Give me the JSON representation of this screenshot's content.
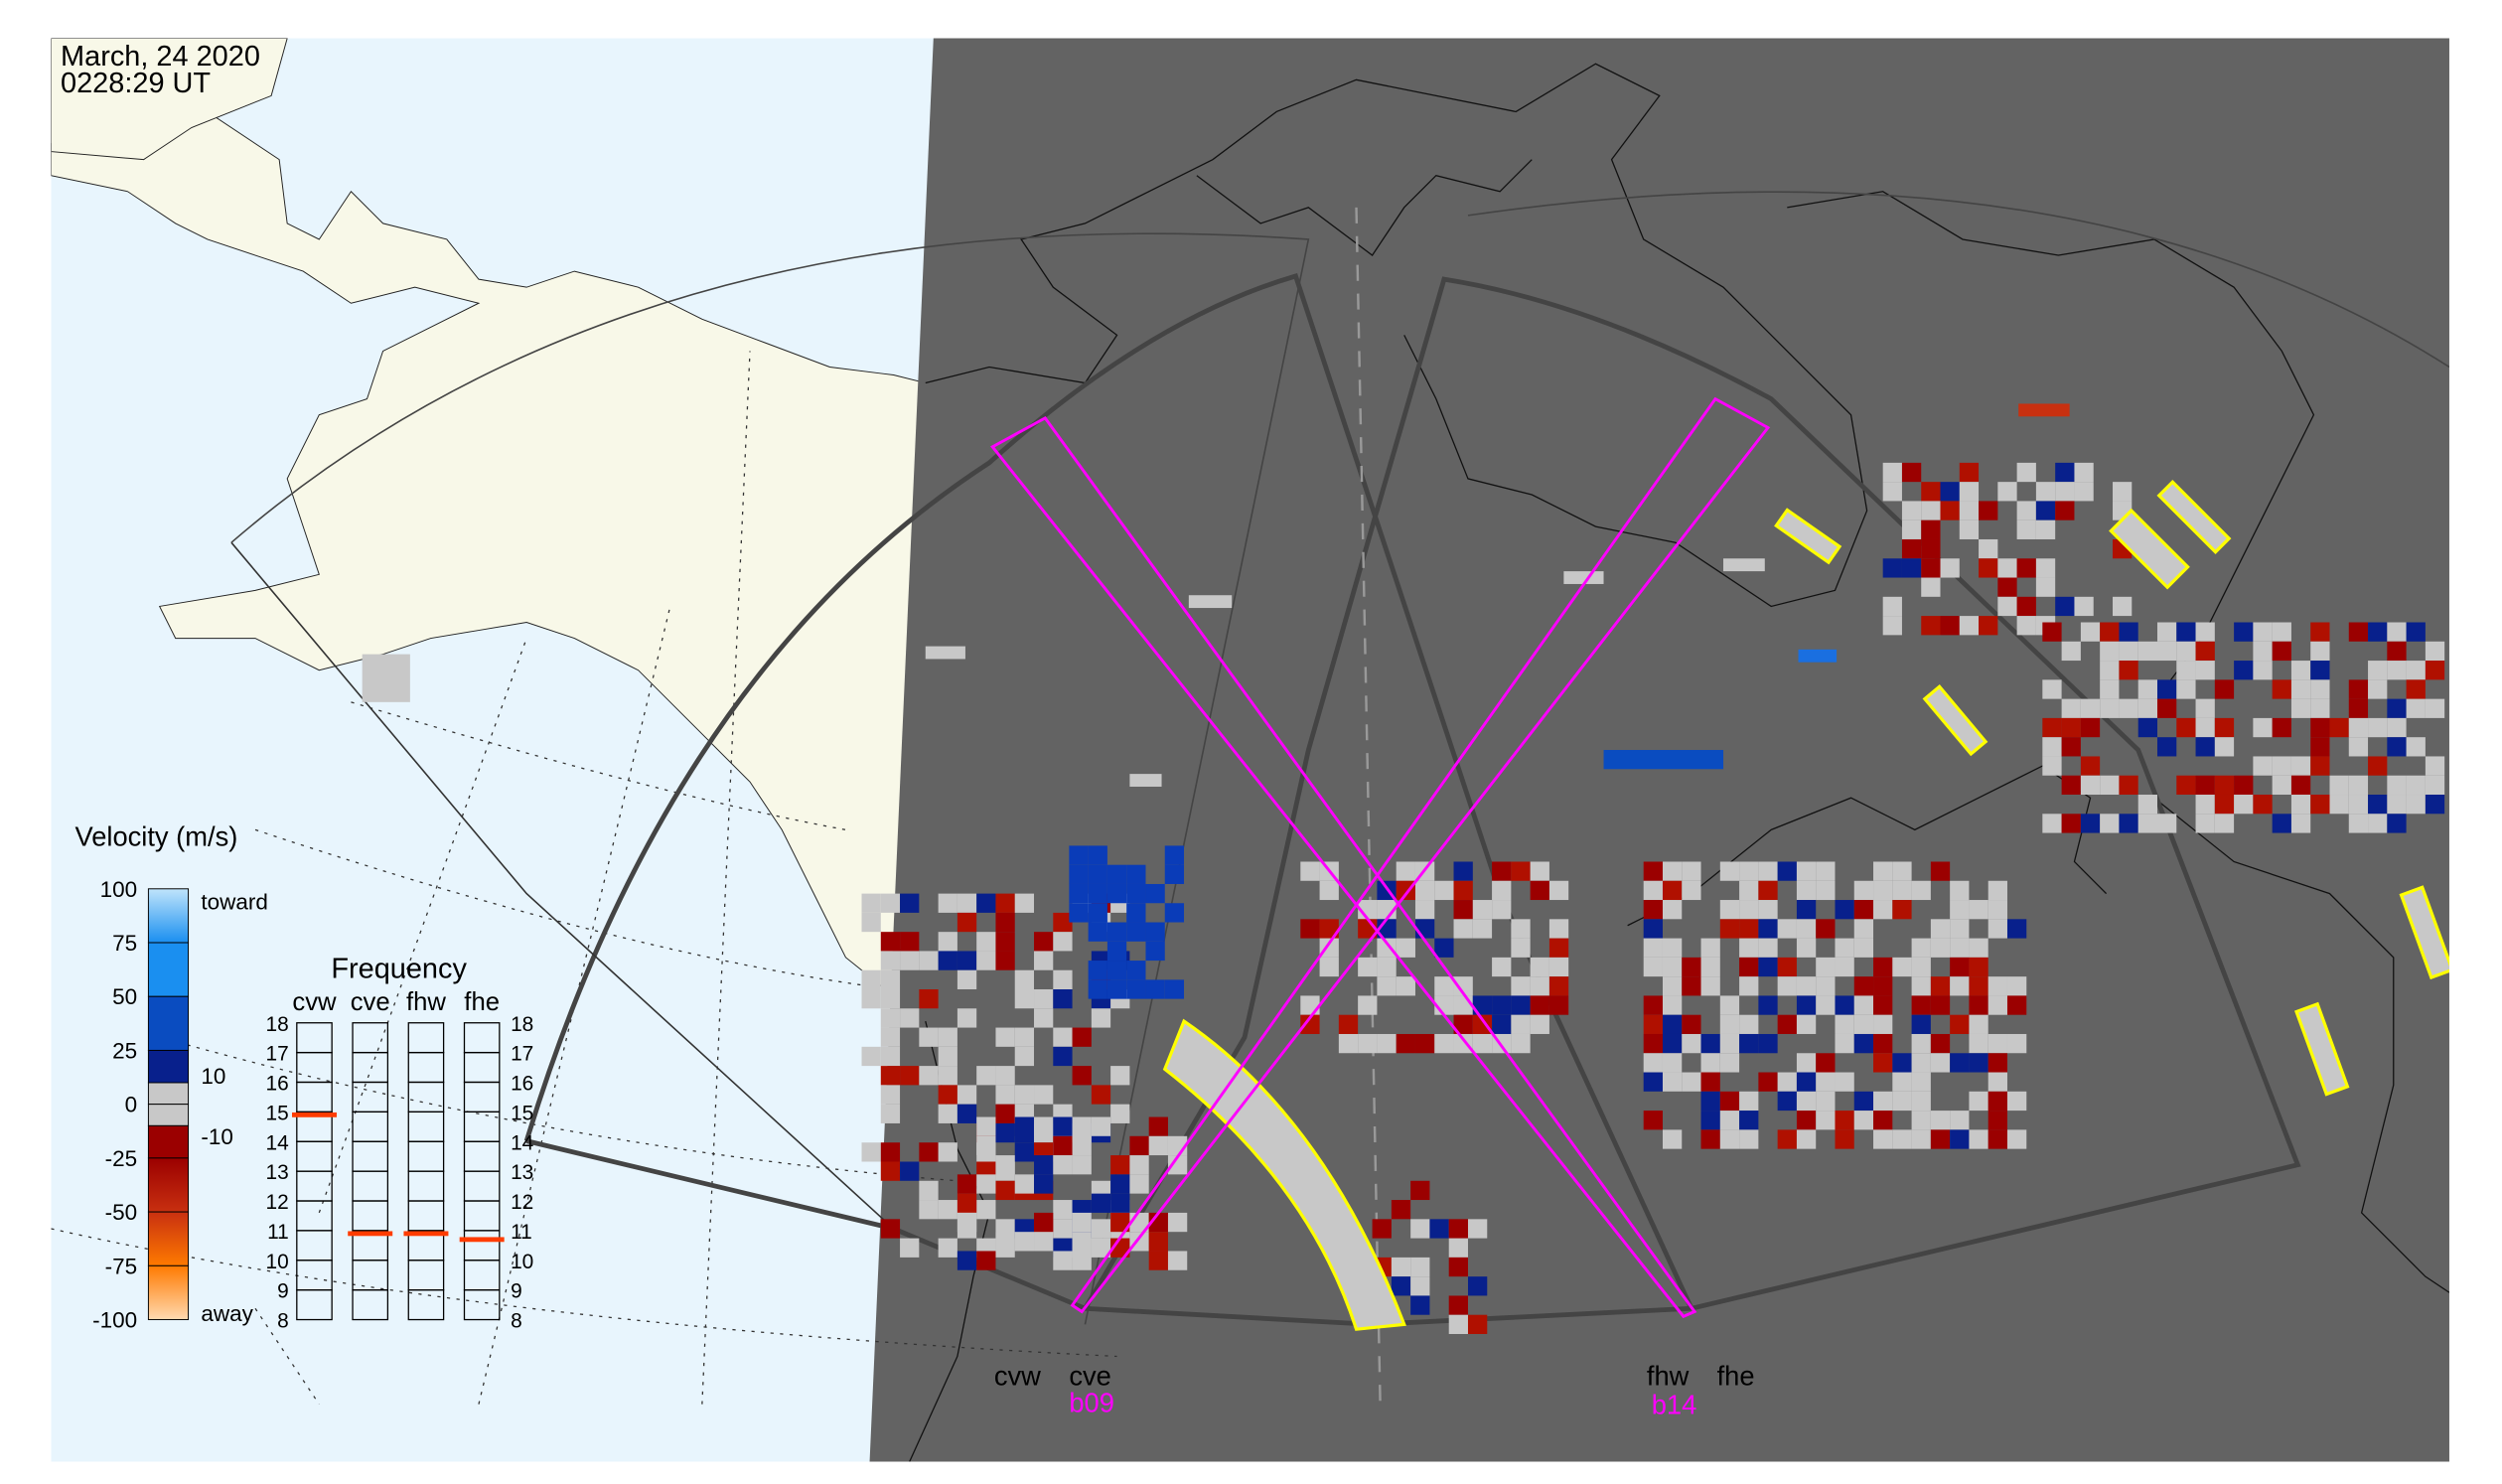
{
  "header": {
    "date": "March, 24 2020",
    "time": "0228:29 UT"
  },
  "velocity_legend": {
    "title": "Velocity (m/s)",
    "ticks": [
      "100",
      "75",
      "50",
      "25",
      "0",
      "-25",
      "-50",
      "-75",
      "-100"
    ],
    "tick_values": [
      100,
      75,
      50,
      25,
      0,
      -25,
      -50,
      -75,
      -100
    ],
    "toward_label": "toward",
    "away_label": "away",
    "gray_upper_label": "10",
    "gray_lower_label": "-10",
    "colors": {
      "light_blue": "#bfe4fb",
      "blue": "#1a8ff0",
      "mid_blue": "#0a4cc0",
      "dark_blue": "#08208c",
      "gray": "#c8c8c8",
      "dark_red": "#9b0000",
      "red": "#c83010",
      "orange": "#ff7a00",
      "light_orange": "#ffd9b0"
    }
  },
  "frequency_panel": {
    "title": "Frequency",
    "radars": [
      "cvw",
      "cve",
      "fhw",
      "fhe"
    ],
    "ticks": [
      "18",
      "17",
      "16",
      "15",
      "14",
      "13",
      "12",
      "11",
      "10",
      "9",
      "8"
    ],
    "range": [
      8,
      18
    ],
    "values_mhz": [
      14.9,
      10.9,
      10.9,
      10.7
    ],
    "marker_color": "#ff3c00"
  },
  "stations": [
    {
      "labels": [
        "cvw",
        "cve"
      ],
      "beam": "b09"
    },
    {
      "labels": [
        "fhw",
        "fhe"
      ],
      "beam": "b14"
    }
  ],
  "colors": {
    "ocean_day": "#e8f5fd",
    "land_day": "#f8f8e8",
    "night": "#636363",
    "beam": "#ff00ff",
    "box": "#ffff00",
    "fov": "#444444"
  }
}
